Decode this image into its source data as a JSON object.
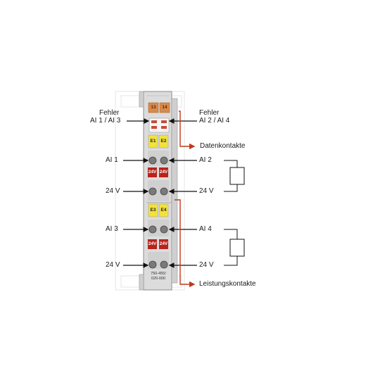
{
  "labels": {
    "fehler_left_1": "Fehler",
    "fehler_left_2": "AI 1 / AI 3",
    "fehler_right_1": "Fehler",
    "fehler_right_2": "AI 2 / AI 4",
    "ai1": "AI 1",
    "ai2": "AI 2",
    "ai3": "AI 3",
    "ai4": "AI 4",
    "v24_left_a": "24 V",
    "v24_right_a": "24 V",
    "v24_left_b": "24 V",
    "v24_right_b": "24 V",
    "datenkontakte": "Datenkontakte",
    "leistungskontakte": "Leistungskontakte"
  },
  "module": {
    "led_1": "13",
    "led_2": "14",
    "tag_e1": "E1",
    "tag_e2": "E2",
    "tag_e3": "E3",
    "tag_e4": "E4",
    "tag_24v": "24V",
    "model_line1": "750-455/",
    "model_line2": "020-000"
  },
  "colors": {
    "led_orange": "#d88a4a",
    "tag_yellow": "#f3e23a",
    "tag_red": "#b8231c",
    "arrow_red": "#c0391c",
    "module_grey": "#dcdcdc"
  }
}
